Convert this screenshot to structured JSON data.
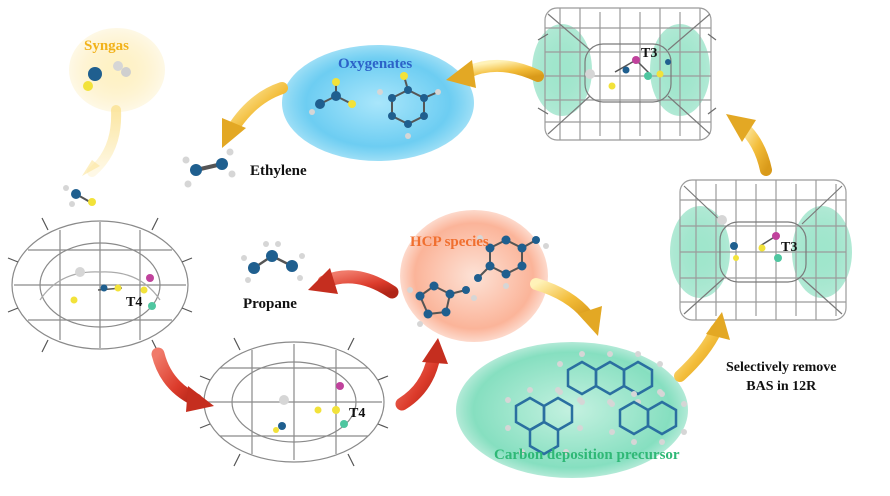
{
  "labels": {
    "syngas": "Syngas",
    "oxygenates": "Oxygenates",
    "ethylene": "Ethylene",
    "propane": "Propane",
    "hcp_species": "HCP species",
    "carbon_precursor": "Carbon deposition precursor",
    "remove_line1": "Selectively remove",
    "remove_line2": "BAS in 12R",
    "site_t3_top": "T3",
    "site_t3_mid": "T3",
    "site_t4_left": "T4",
    "site_t4_bottom": "T4"
  },
  "colors": {
    "syngas_glow": "#fbe49a",
    "oxygenates_blob": "#5cc9f0",
    "hcp_blob": "#fbb499",
    "carbon_blob": "#7fdcbc",
    "framework_halo": "#72d8b3",
    "gold_arrow": "#f3bd3a",
    "red_arrow": "#dc3b2b",
    "carbon_atom": "#1f5f8f",
    "oxygen_atom": "#f2e23a",
    "hydrogen_atom": "#d6d6d6",
    "al_site": "#c0429c",
    "si_site": "#4fc6a0"
  }
}
